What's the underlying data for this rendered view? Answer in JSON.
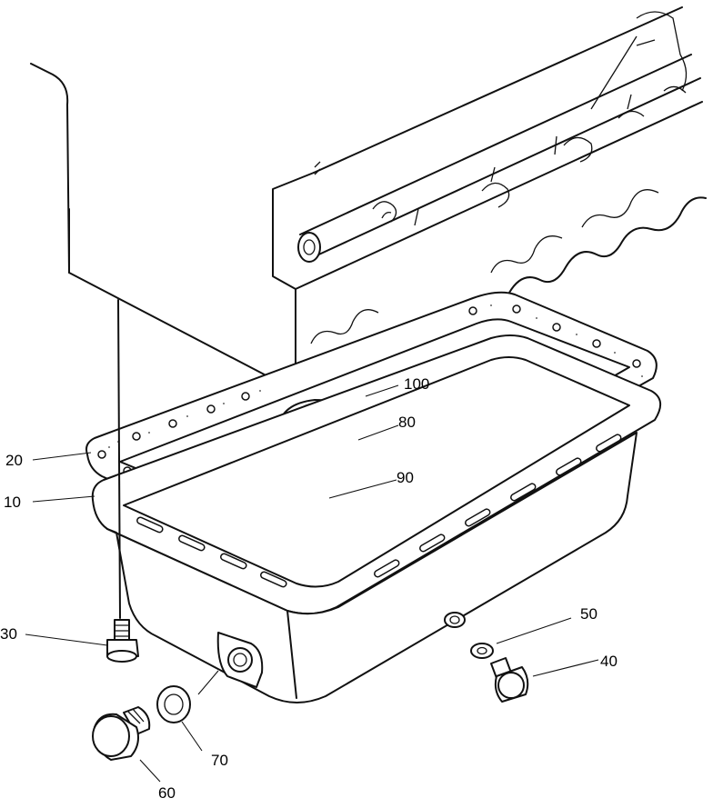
{
  "diagram": {
    "callouts": [
      {
        "id": "c10",
        "label": "10"
      },
      {
        "id": "c20",
        "label": "20"
      },
      {
        "id": "c30",
        "label": "30"
      },
      {
        "id": "c40",
        "label": "40"
      },
      {
        "id": "c50",
        "label": "50"
      },
      {
        "id": "c60",
        "label": "60"
      },
      {
        "id": "c70",
        "label": "70"
      },
      {
        "id": "c80",
        "label": "80"
      },
      {
        "id": "c90",
        "label": "90"
      },
      {
        "id": "c100",
        "label": "100"
      }
    ]
  }
}
